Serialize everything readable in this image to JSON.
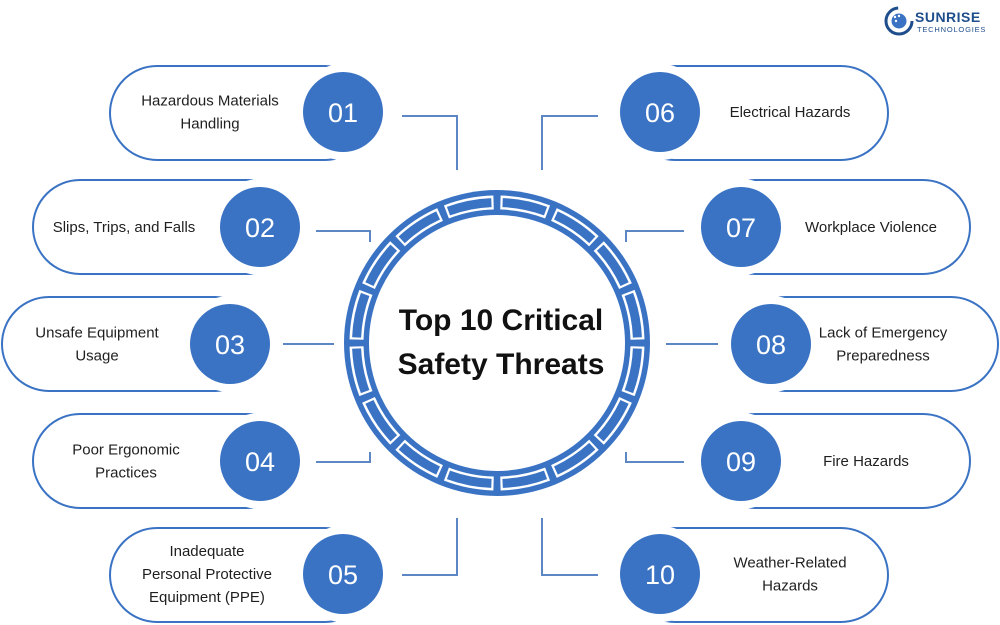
{
  "title_lines": [
    "Top 10 Critical",
    "Safety Threats"
  ],
  "brand": {
    "name": "SUNRISE",
    "tagline": "TECHNOLOGIES"
  },
  "colors": {
    "accent": "#3a73c4",
    "segment_dark": "#2e5ea3",
    "pill_border": "#3a73c4",
    "text": "#1f1f1f"
  },
  "items": [
    {
      "number": "01",
      "lines": [
        "Hazardous Materials",
        "Handling"
      ]
    },
    {
      "number": "02",
      "lines": [
        "Slips, Trips, and Falls"
      ]
    },
    {
      "number": "03",
      "lines": [
        "Unsafe Equipment",
        "Usage"
      ]
    },
    {
      "number": "04",
      "lines": [
        "Poor Ergonomic",
        "Practices"
      ]
    },
    {
      "number": "05",
      "lines": [
        "Inadequate",
        "Personal Protective",
        "Equipment (PPE)"
      ]
    },
    {
      "number": "06",
      "lines": [
        "Electrical Hazards"
      ]
    },
    {
      "number": "07",
      "lines": [
        "Workplace Violence"
      ]
    },
    {
      "number": "08",
      "lines": [
        "Lack of Emergency",
        "Preparedness"
      ]
    },
    {
      "number": "09",
      "lines": [
        "Fire Hazards"
      ]
    },
    {
      "number": "10",
      "lines": [
        "Weather-Related",
        "Hazards"
      ]
    }
  ]
}
